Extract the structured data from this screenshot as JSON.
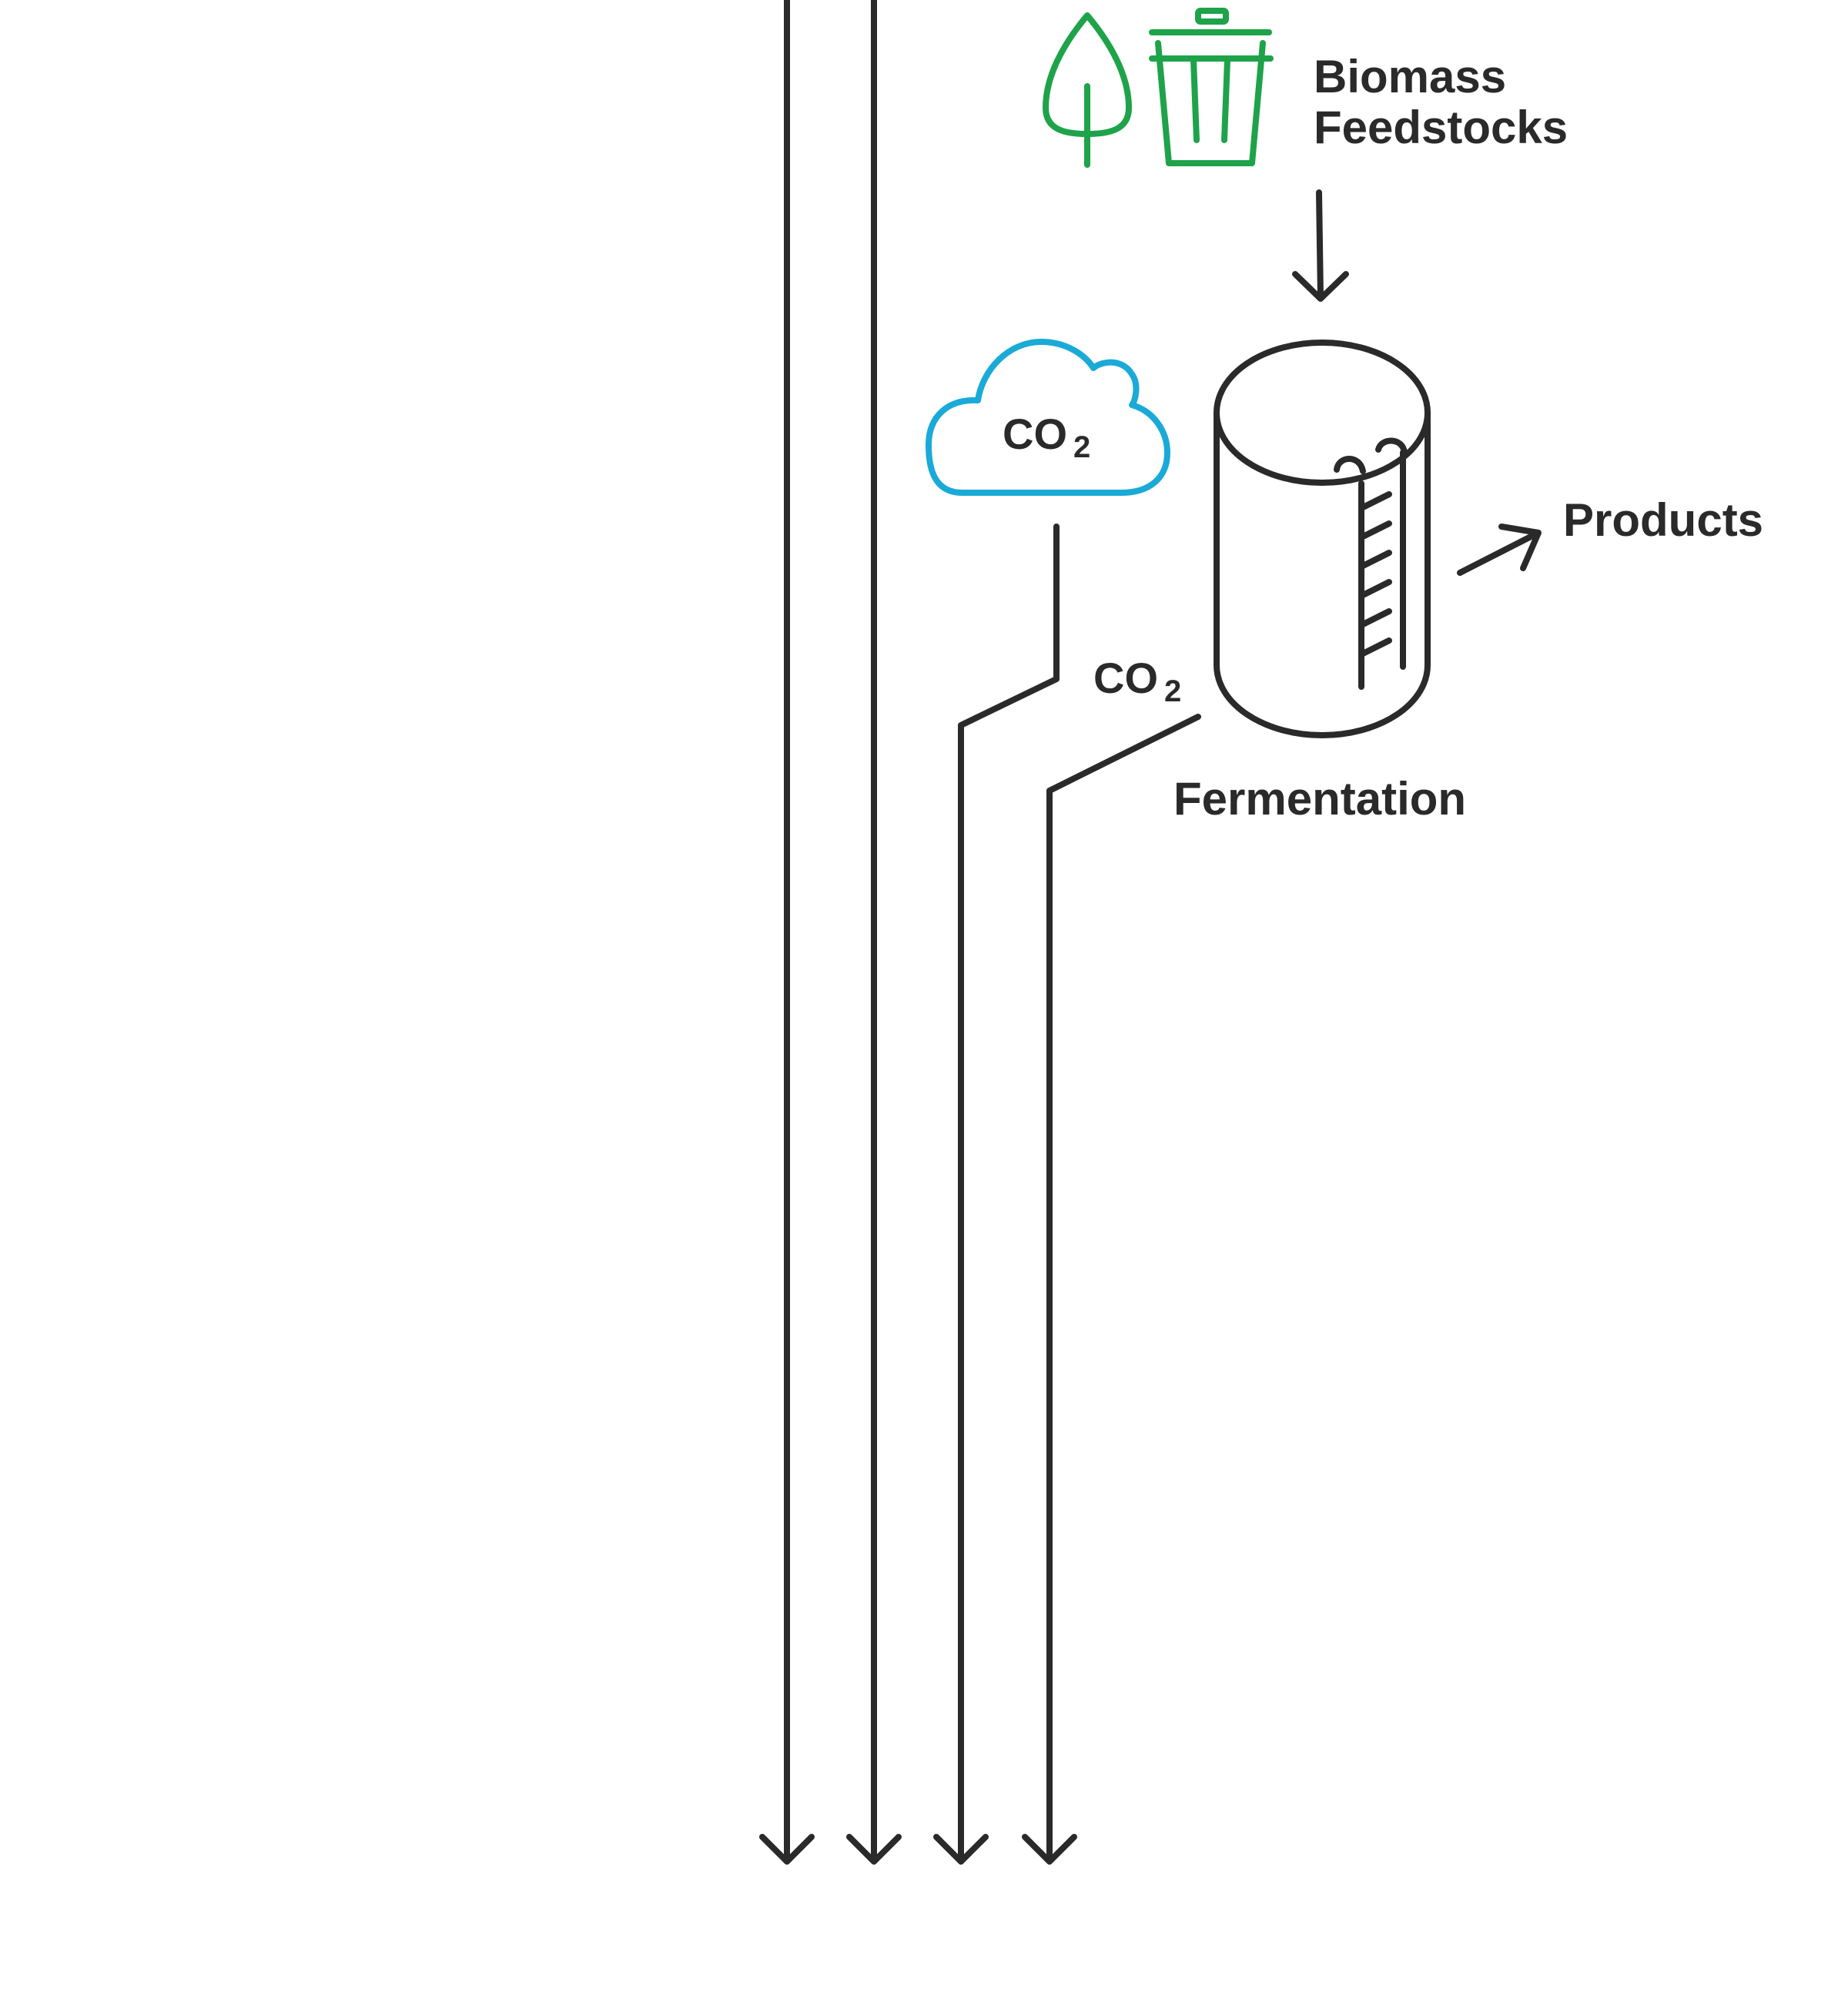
{
  "labels": {
    "biomass_line1": "Biomass",
    "biomass_line2": "Feedstocks",
    "products": "Products",
    "fermentation": "Fermentation",
    "co2_cloud_main": "CO",
    "co2_cloud_sub": "2",
    "co2_flow_main": "CO",
    "co2_flow_sub": "2"
  },
  "colors": {
    "line": "#2a2a2a",
    "biomass_icons": "#1ea34a",
    "cloud": "#1aaad8"
  },
  "icons": {
    "leaf": "leaf-icon",
    "trash": "trash-can-icon",
    "cloud": "cloud-icon",
    "tank": "fermentation-tank-icon"
  }
}
